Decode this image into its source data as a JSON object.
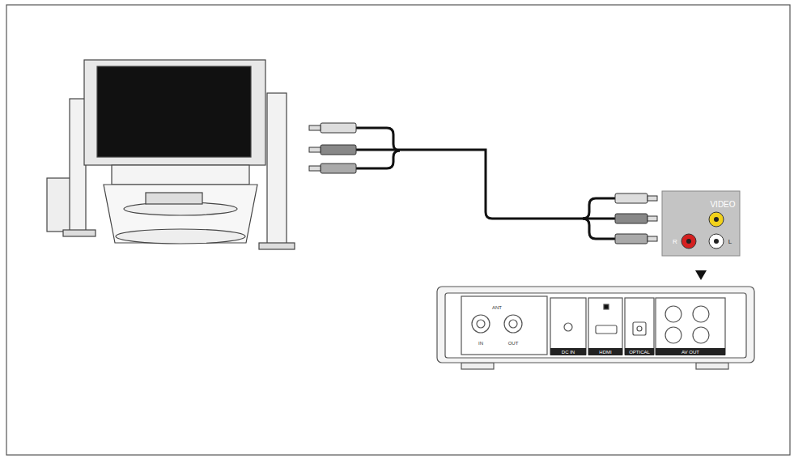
{
  "diagram": {
    "labels": [
      "VIDEO",
      "R",
      "L",
      "ANT",
      "IN",
      "OUT",
      "DC IN",
      "HDMI",
      "OPTICAL",
      "AV OUT"
    ]
  }
}
